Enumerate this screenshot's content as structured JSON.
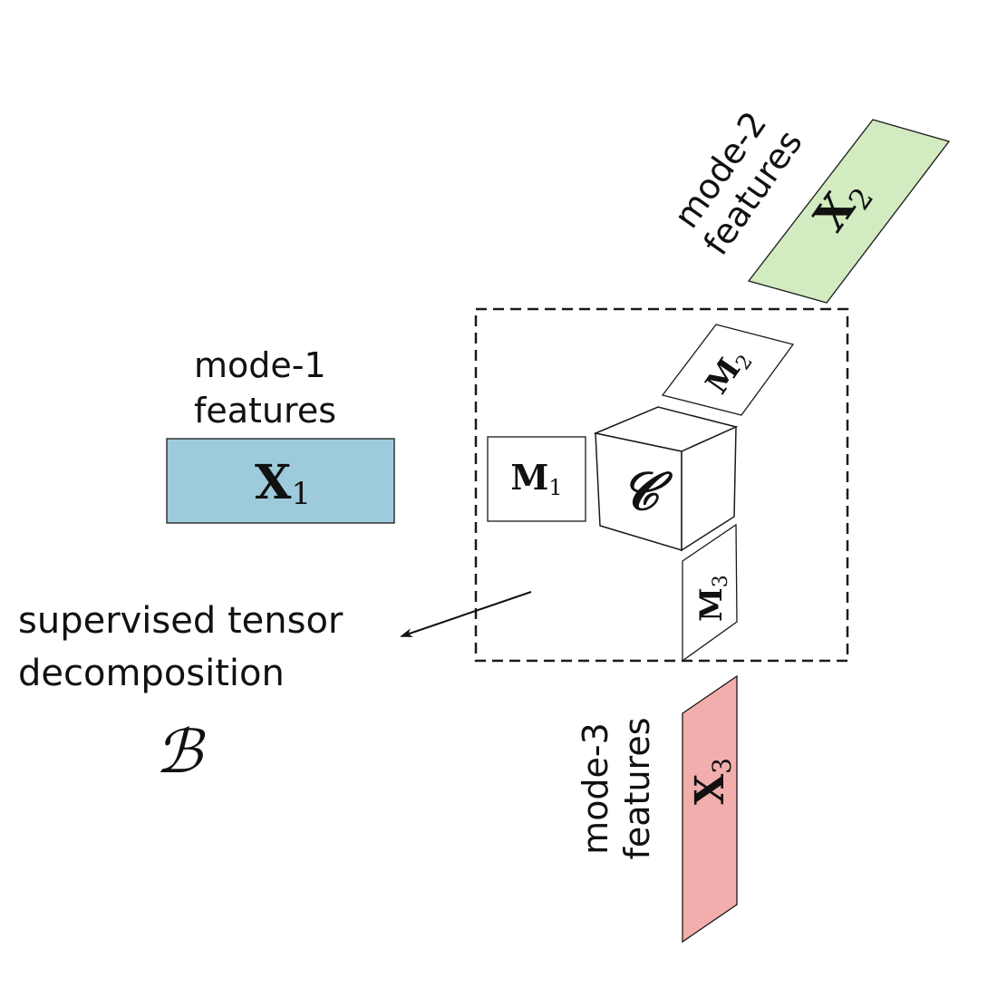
{
  "colors": {
    "x1_fill": "#9ecbdb",
    "x2_fill": "#d2ebc0",
    "x3_fill": "#f2aeac",
    "stroke": "#1a1a1a",
    "dashed_box": "#1a1a1a"
  },
  "mode1": {
    "label_line1": "mode-1",
    "label_line2": "features",
    "matrix": "X",
    "matrix_sub": "1"
  },
  "mode2": {
    "label_line1": "mode-2",
    "label_line2": "features",
    "matrix": "X",
    "matrix_sub": "2"
  },
  "mode3": {
    "label_line1": "mode-3",
    "label_line2": "features",
    "matrix": "X",
    "matrix_sub": "3"
  },
  "decomposition": {
    "core": "𝒞",
    "factors": [
      {
        "name": "M",
        "sub": "1"
      },
      {
        "name": "M",
        "sub": "2"
      },
      {
        "name": "M",
        "sub": "3"
      }
    ]
  },
  "annotation": {
    "line1": "supervised tensor",
    "line2": "decomposition",
    "symbol": "ℬ"
  }
}
